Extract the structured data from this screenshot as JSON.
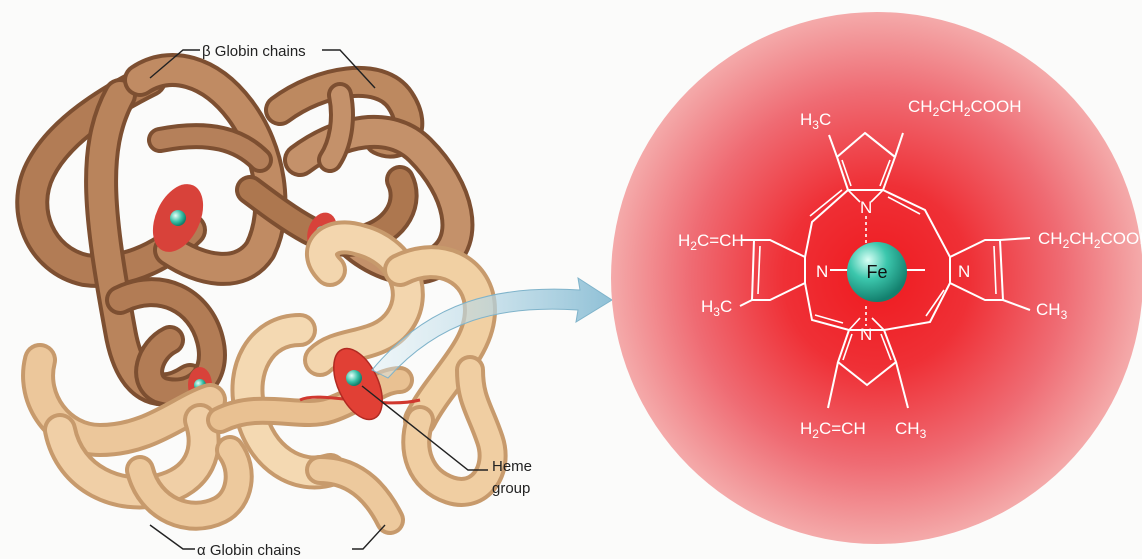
{
  "labels": {
    "beta_chains": "β Globin chains",
    "alpha_chains": "α Globin chains",
    "heme_line1": "Heme",
    "heme_line2": "group"
  },
  "heme_structure": {
    "metal": "Fe",
    "nitrogen": "N",
    "substituents": {
      "h3c_top": "H",
      "h3c_top_sub": "3",
      "h3c_top_tail": "C",
      "propionate_top": "CH",
      "propionate_top_sub1": "2",
      "propionate_top_mid": "CH",
      "propionate_top_sub2": "2",
      "propionate_top_tail": "COOH",
      "vinyl_left": "H",
      "vinyl_left_sub": "2",
      "vinyl_left_tail": "C=CH",
      "h3c_left": "H",
      "h3c_left_sub": "3",
      "h3c_left_tail": "C",
      "propionate_right": "CH",
      "propionate_right_sub1": "2",
      "propionate_right_mid": "CH",
      "propionate_right_sub2": "2",
      "propionate_right_tail": "COOH",
      "ch3_right": "CH",
      "ch3_right_sub": "3",
      "vinyl_bottom": "H",
      "vinyl_bottom_sub": "2",
      "vinyl_bottom_tail": "C=CH",
      "ch3_bottom": "CH",
      "ch3_bottom_sub": "3"
    }
  },
  "colors": {
    "beta_chain": "#b07a52",
    "alpha_chain": "#e9c496",
    "heme_disc": "#e0413a",
    "iron": "#2fb5a0",
    "sphere_center": "#ee1c24",
    "sphere_edge": "#f3a9a9",
    "arrow": "#a9cfe0"
  }
}
